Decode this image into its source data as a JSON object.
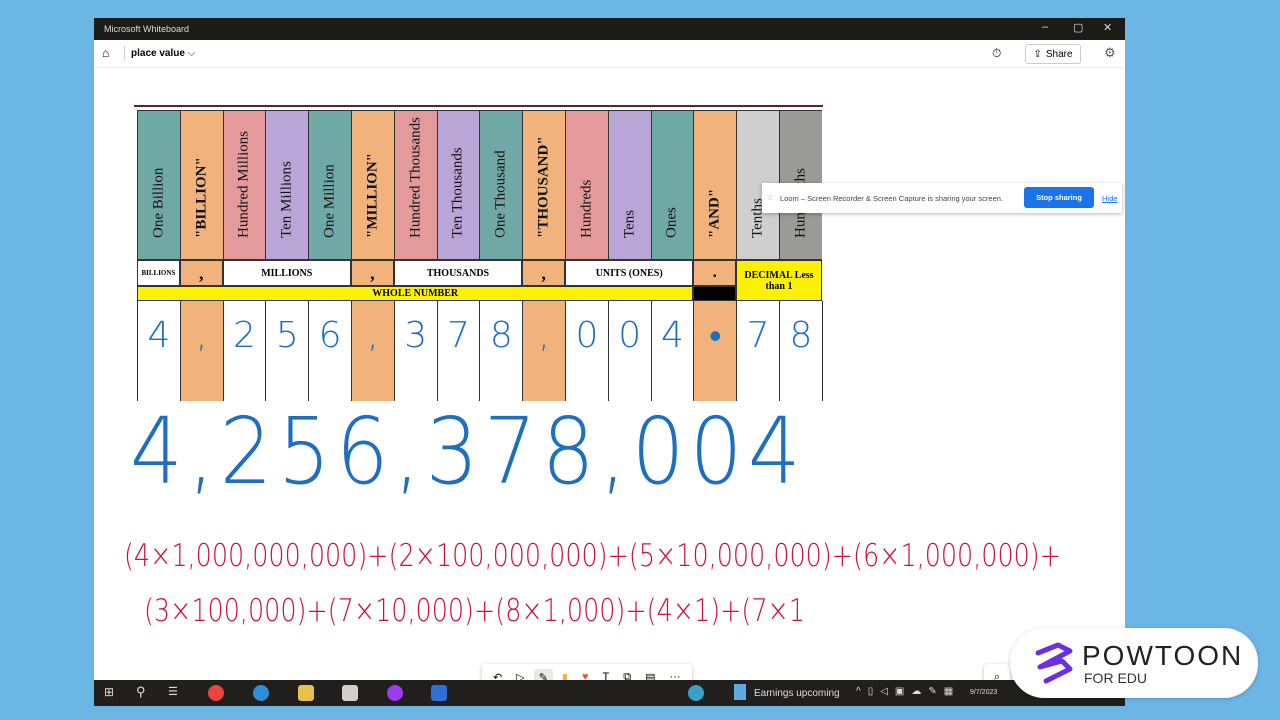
{
  "window": {
    "title": "Microsoft Whiteboard",
    "minimize": "–",
    "maximize": "▢",
    "close": "✕"
  },
  "toolbar": {
    "board_name": "place value",
    "share": "Share",
    "home_icon": "home-icon",
    "timer_icon": "timer-icon",
    "settings_icon": "gear-icon"
  },
  "sharing_bar": {
    "message": "Loom – Screen Recorder & Screen Capture is sharing your screen.",
    "stop": "Stop sharing",
    "hide": "Hide"
  },
  "chart": {
    "columns": [
      {
        "label": "One Billion",
        "color": "#6fa8a4"
      },
      {
        "label": "\"BILLION\"",
        "color": "#f2b27c",
        "bold": true
      },
      {
        "label": "Hundred Millions",
        "color": "#e49a9a"
      },
      {
        "label": "Ten Millions",
        "color": "#b9a6d6"
      },
      {
        "label": "One Million",
        "color": "#6fa8a4"
      },
      {
        "label": "\"MILLION\"",
        "color": "#f2b27c",
        "bold": true
      },
      {
        "label": "Hundred Thousands",
        "color": "#e49a9a"
      },
      {
        "label": "Ten Thousands",
        "color": "#b9a6d6"
      },
      {
        "label": "One Thousand",
        "color": "#6fa8a4"
      },
      {
        "label": "\"THOUSAND\"",
        "color": "#f2b27c",
        "bold": true
      },
      {
        "label": "Hundreds",
        "color": "#e49a9a"
      },
      {
        "label": "Tens",
        "color": "#b9a6d6"
      },
      {
        "label": "Ones",
        "color": "#6fa8a4"
      },
      {
        "label": "\"AND\"",
        "color": "#f2b27c",
        "bold": true
      },
      {
        "label": "Tenths",
        "color": "#cfcfcf"
      },
      {
        "label": "Hundredths",
        "color": "#9a9a98"
      }
    ],
    "groups": {
      "billions": "BILLIONS",
      "comma": ",",
      "millions": "MILLIONS",
      "thousands": "THOUSANDS",
      "units": "UNITS (ONES)",
      "point": ".",
      "decimal": "DECIMAL Less than 1",
      "whole": "WHOLE NUMBER"
    },
    "digits": [
      "4",
      ",",
      "2",
      "5",
      "6",
      ",",
      "3",
      "7",
      "8",
      ",",
      "0",
      "0",
      "4",
      "•",
      "7",
      "8"
    ]
  },
  "handwriting": {
    "number": "4,256,378,004",
    "line1": "(4×1,000,000,000)+(2×100,000,000)+(5×10,000,000)+(6×1,000,000)+",
    "line2": "(3×100,000)+(7×10,000)+(8×1,000)+(4×1)+(7×1"
  },
  "tools": [
    "↶",
    "▷",
    "✎",
    "▮",
    "♥",
    "T",
    "⧉",
    "▤",
    "···"
  ],
  "taskbar": {
    "news": "Earnings upcoming",
    "date": "9/7/2023"
  },
  "watermark": {
    "brand": "POWTOON",
    "sub": "FOR EDU"
  }
}
